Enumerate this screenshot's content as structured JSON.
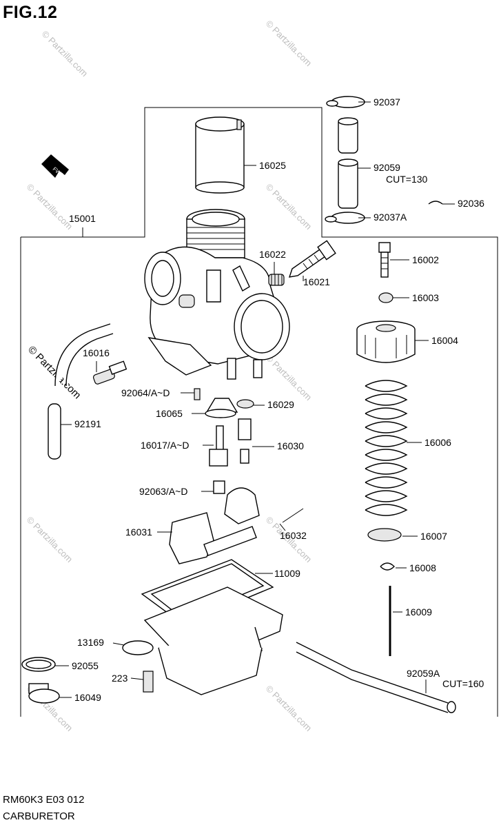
{
  "figure": {
    "title": "FIG.12",
    "code": "RM60K3 E03  012",
    "name": "CARBURETOR",
    "fwd_label": "FWD"
  },
  "watermark": {
    "text": "© Partzilla.com"
  },
  "parts": [
    {
      "id": "p92037",
      "label": "92037"
    },
    {
      "id": "p92059",
      "label": "92059"
    },
    {
      "id": "p92059cut",
      "label": "CUT=130"
    },
    {
      "id": "p92036",
      "label": "92036"
    },
    {
      "id": "p92037a",
      "label": "92037A"
    },
    {
      "id": "p16025",
      "label": "16025"
    },
    {
      "id": "p15001",
      "label": "15001"
    },
    {
      "id": "p16022",
      "label": "16022"
    },
    {
      "id": "p16021",
      "label": "16021"
    },
    {
      "id": "p16002",
      "label": "16002"
    },
    {
      "id": "p16003",
      "label": "16003"
    },
    {
      "id": "p16004",
      "label": "16004"
    },
    {
      "id": "p16016",
      "label": "16016"
    },
    {
      "id": "p92064",
      "label": "92064/A~D"
    },
    {
      "id": "p16029",
      "label": "16029"
    },
    {
      "id": "p16065",
      "label": "16065"
    },
    {
      "id": "p92191",
      "label": "92191"
    },
    {
      "id": "p16017",
      "label": "16017/A~D"
    },
    {
      "id": "p16030",
      "label": "16030"
    },
    {
      "id": "p16006",
      "label": "16006"
    },
    {
      "id": "p92063",
      "label": "92063/A~D"
    },
    {
      "id": "p16031",
      "label": "16031"
    },
    {
      "id": "p16032",
      "label": "16032"
    },
    {
      "id": "p16007",
      "label": "16007"
    },
    {
      "id": "p16008",
      "label": "16008"
    },
    {
      "id": "p11009",
      "label": "11009"
    },
    {
      "id": "p16009",
      "label": "16009"
    },
    {
      "id": "p13169",
      "label": "13169"
    },
    {
      "id": "p92055",
      "label": "92055"
    },
    {
      "id": "p223",
      "label": "223"
    },
    {
      "id": "p92059a",
      "label": "92059A"
    },
    {
      "id": "p92059acut",
      "label": "CUT=160"
    },
    {
      "id": "p16049",
      "label": "16049"
    }
  ]
}
